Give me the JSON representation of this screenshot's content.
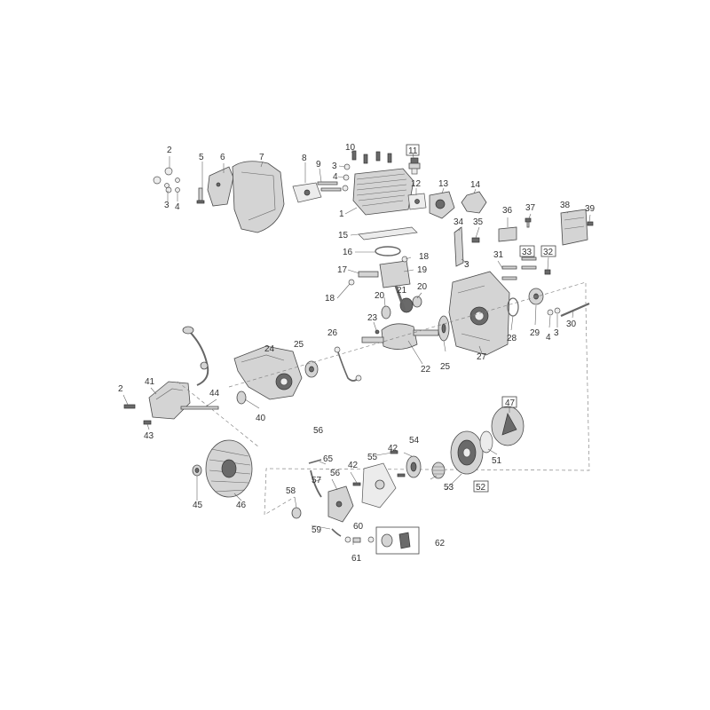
{
  "diagram": {
    "callouts": [
      "2",
      "3",
      "4",
      "5",
      "6",
      "7",
      "8",
      "9",
      "10",
      "3",
      "4",
      "11",
      "12",
      "13",
      "14",
      "1",
      "15",
      "16",
      "17",
      "18",
      "18",
      "19",
      "20",
      "21",
      "20",
      "22",
      "23",
      "25",
      "27",
      "24",
      "25",
      "26",
      "34",
      "3",
      "35",
      "36",
      "37",
      "38",
      "39",
      "31",
      "33",
      "32",
      "28",
      "29",
      "4",
      "3",
      "30",
      "2",
      "41",
      "44",
      "43",
      "40",
      "56",
      "42",
      "54",
      "42",
      "55",
      "65",
      "57",
      "56",
      "58",
      "59",
      "60",
      "61",
      "62",
      "53",
      "52",
      "51",
      "47",
      "45",
      "46"
    ]
  }
}
